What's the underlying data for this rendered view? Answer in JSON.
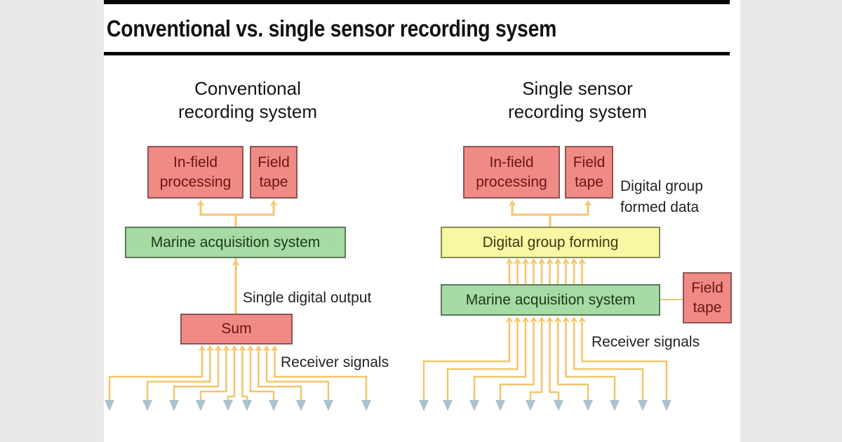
{
  "title": "Conventional vs. single sensor recording sysem",
  "colors": {
    "wire": "#f3c66a",
    "sensor": "#a9c3cf",
    "red_box": "#f08a85",
    "green_box": "#a6dba3",
    "yellow_box": "#f8f7a4"
  },
  "conventional": {
    "heading_line1": "Conventional",
    "heading_line2": "recording system",
    "infield_line1": "In-field",
    "infield_line2": "processing",
    "tape_line1": "Field",
    "tape_line2": "tape",
    "acquisition": "Marine acquisition system",
    "output_label": "Single digital output",
    "sum": "Sum",
    "receiver_label": "Receiver signals",
    "receiver_count": 10
  },
  "single_sensor": {
    "heading_line1": "Single sensor",
    "heading_line2": "recording system",
    "infield_line1": "In-field",
    "infield_line2": "processing",
    "tape_line1": "Field",
    "tape_line2": "tape",
    "formed_label_line1": "Digital group",
    "formed_label_line2": "formed data",
    "group_forming": "Digital group forming",
    "acquisition": "Marine acquisition system",
    "side_tape_line1": "Field",
    "side_tape_line2": "tape",
    "receiver_label": "Receiver signals",
    "receiver_count": 10
  }
}
